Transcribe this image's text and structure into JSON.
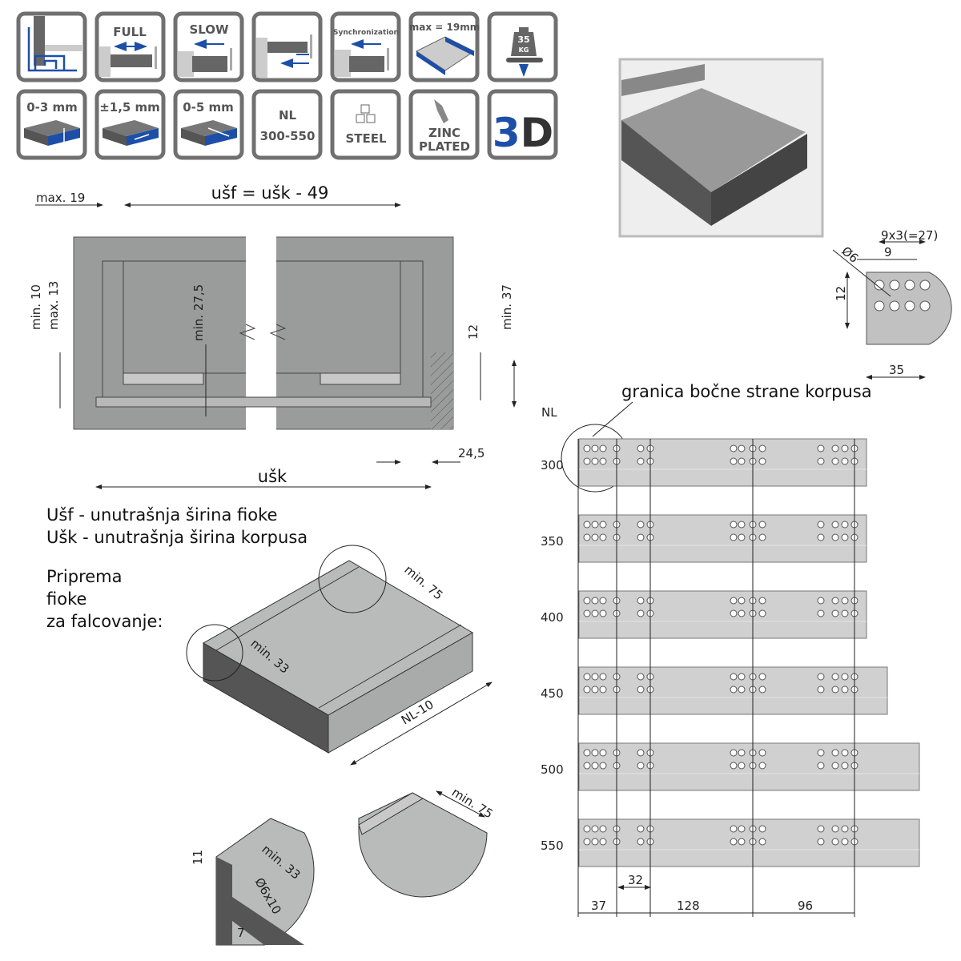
{
  "icons": {
    "row1": [
      "",
      "FULL",
      "SLOW",
      "",
      "Synchronization",
      "max = 19mm",
      "35 KG"
    ],
    "row2": [
      "0-3 mm",
      "±1,5 mm",
      "0-5 mm",
      "NL 300-550",
      "STEEL",
      "ZINC PLATED",
      "3D"
    ],
    "nl_line1": "NL",
    "nl_line2": "300-550",
    "zinc_line1": "ZINC",
    "zinc_line2": "PLATED",
    "weight_num": "35",
    "weight_unit": "KG"
  },
  "section": {
    "formula": "ušf = ušk - 49",
    "max19": "max. 19",
    "min10": "min. 10",
    "max13": "max. 13",
    "min275": "min. 27,5",
    "d12": "12",
    "min37": "min. 37",
    "d245": "24,5",
    "usk": "ušk"
  },
  "legend": {
    "line1": "Ušf - unutrašnja širina fioke",
    "line2": "Ušk - unutrašnja širina korpusa"
  },
  "prep": {
    "line1": "Priprema",
    "line2": "fioke",
    "line3": "za falcovanje:"
  },
  "drawer": {
    "min75": "min. 75",
    "min33": "min. 33",
    "nl10": "NL-10",
    "d11": "11",
    "d7": "7",
    "hole": "Ø6x10"
  },
  "hole_detail": {
    "pitch": "9x3(=27)",
    "nine": "9",
    "dia": "Ø6",
    "twelve": "12",
    "thirtyfive": "35"
  },
  "rails": {
    "title": "granica bočne strane korpusa",
    "axis_label": "NL",
    "lengths": [
      "300",
      "350",
      "400",
      "450",
      "500",
      "550"
    ],
    "dims": [
      "37",
      "32",
      "128",
      "96"
    ]
  }
}
